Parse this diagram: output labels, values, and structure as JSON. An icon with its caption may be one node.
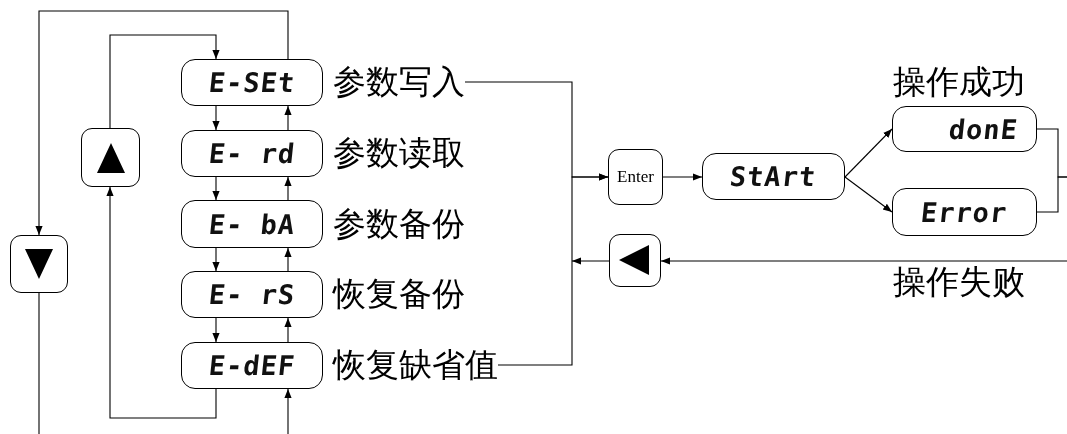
{
  "diagram": {
    "nodes": [
      {
        "text": [
          "E-SEt"
        ]
      },
      {
        "text": [
          "E- rd"
        ],
        "beside": [
          "参数读取"
        ]
      },
      {
        "text": [
          "E- bA"
        ],
        "beside": [
          "参数备份"
        ]
      },
      {
        "text": [
          "E- rS"
        ],
        "beside": [
          "恢复备份"
        ]
      },
      {
        "text": [
          "E-dEF"
        ]
      },
      {
        "text": [],
        "shape": "box"
      },
      {
        "text": [],
        "shape": "box"
      },
      {
        "text": [
          "Enter"
        ]
      },
      {
        "text": [
          "StArt"
        ]
      },
      {
        "text": [
          "donE"
        ],
        "beside": [
          "操作成功"
        ]
      },
      {
        "text": [
          "Error"
        ]
      },
      {
        "text": [],
        "shape": "box"
      },
      {
        "text": [
          "参数写入"
        ]
      },
      {
        "text": [
          "恢复缺省值"
        ]
      }
    ],
    "edges": [
      {
        "from": 0,
        "to": 1,
        "arrow": "to"
      },
      {
        "from": 1,
        "to": 2,
        "arrow": "to"
      },
      {
        "from": 2,
        "to": 3,
        "arrow": "to"
      },
      {
        "from": 3,
        "to": 4,
        "arrow": "to"
      },
      {
        "from": 1,
        "to": 0,
        "arrow": "to"
      },
      {
        "from": 2,
        "to": 1,
        "arrow": "to"
      },
      {
        "from": 3,
        "to": 2,
        "arrow": "to"
      },
      {
        "from": 4,
        "to": 3,
        "arrow": "to"
      },
      {
        "from": 4,
        "to": 5,
        "arrow": "to"
      },
      {
        "from": 5,
        "to": 0,
        "arrow": "to"
      },
      {
        "from": 0,
        "to": 6,
        "arrow": "to"
      },
      {
        "from": 6,
        "to": null,
        "arrow": "none"
      },
      {
        "from": null,
        "to": 4,
        "arrow": "to"
      },
      {
        "from": 12,
        "to": 7,
        "arrow": "to"
      },
      {
        "from": 13,
        "to": 7,
        "arrow": "to"
      },
      {
        "from": 7,
        "to": 8,
        "arrow": "to"
      },
      {
        "from": 8,
        "to": 9,
        "arrow": "to"
      },
      {
        "from": 8,
        "to": 10,
        "arrow": "to"
      },
      {
        "from": 9,
        "to": null,
        "arrow": "none"
      },
      {
        "from": 10,
        "to": null,
        "arrow": "none"
      },
      {
        "from": null,
        "to": 11,
        "arrow": "to",
        "label": "操作失败"
      },
      {
        "from": 11,
        "to": null,
        "arrow": "to"
      }
    ]
  }
}
